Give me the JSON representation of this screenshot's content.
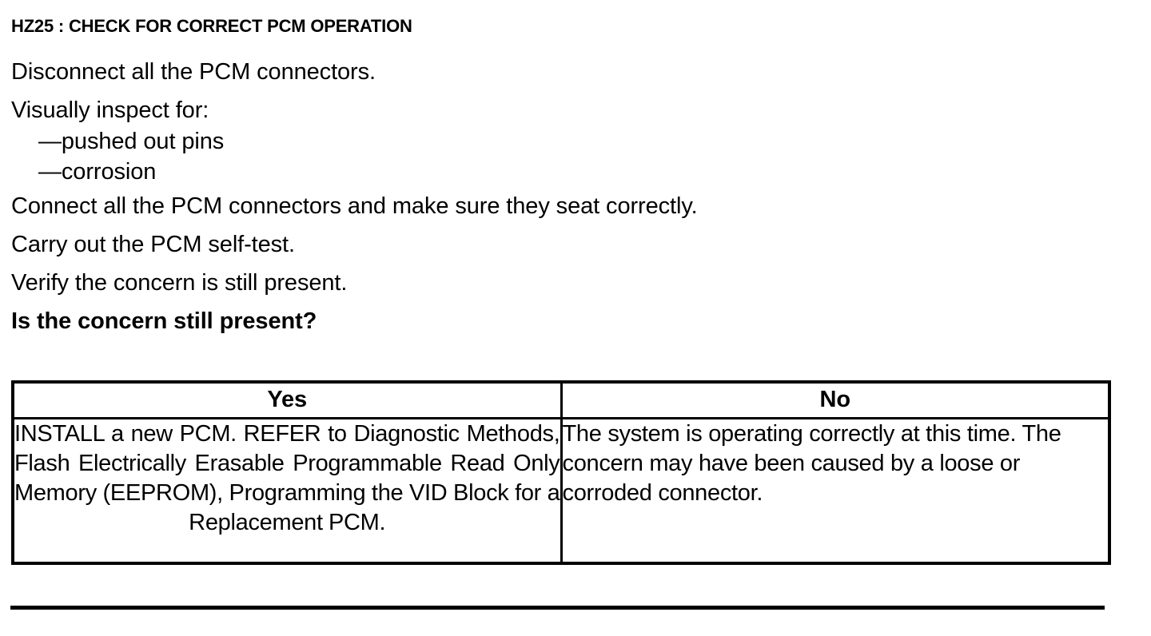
{
  "document": {
    "step_id": "HZ25",
    "step_title": "HZ25 : CHECK FOR CORRECT PCM OPERATION"
  },
  "instructions": {
    "lines": [
      {
        "text": "Disconnect all the PCM connectors.",
        "style": "normal"
      },
      {
        "text": "Visually inspect for:",
        "style": "normal"
      },
      {
        "text": "—pushed out pins",
        "style": "dash"
      },
      {
        "text": "—corrosion",
        "style": "dash"
      },
      {
        "text": "Connect all the PCM connectors and make sure they seat correctly.",
        "style": "normal"
      },
      {
        "text": "Carry out the PCM self-test.",
        "style": "normal"
      },
      {
        "text": "Verify the concern is still present.",
        "style": "normal"
      },
      {
        "text": "Is the concern still present?",
        "style": "bold"
      }
    ]
  },
  "decision_table": {
    "headers": {
      "yes": "Yes",
      "no": "No"
    },
    "cells": {
      "yes": "INSTALL a new PCM. REFER to Diagnostic Methods, Flash Electrically Erasable Programmable Read Only Memory (EEPROM), Programming the VID Block for a Replacement PCM.",
      "no": "The system is operating correctly at this time. The concern may have been caused by a loose or corroded connector."
    }
  },
  "colors": {
    "text": "#000000",
    "background": "#ffffff",
    "rule": "#000000"
  }
}
